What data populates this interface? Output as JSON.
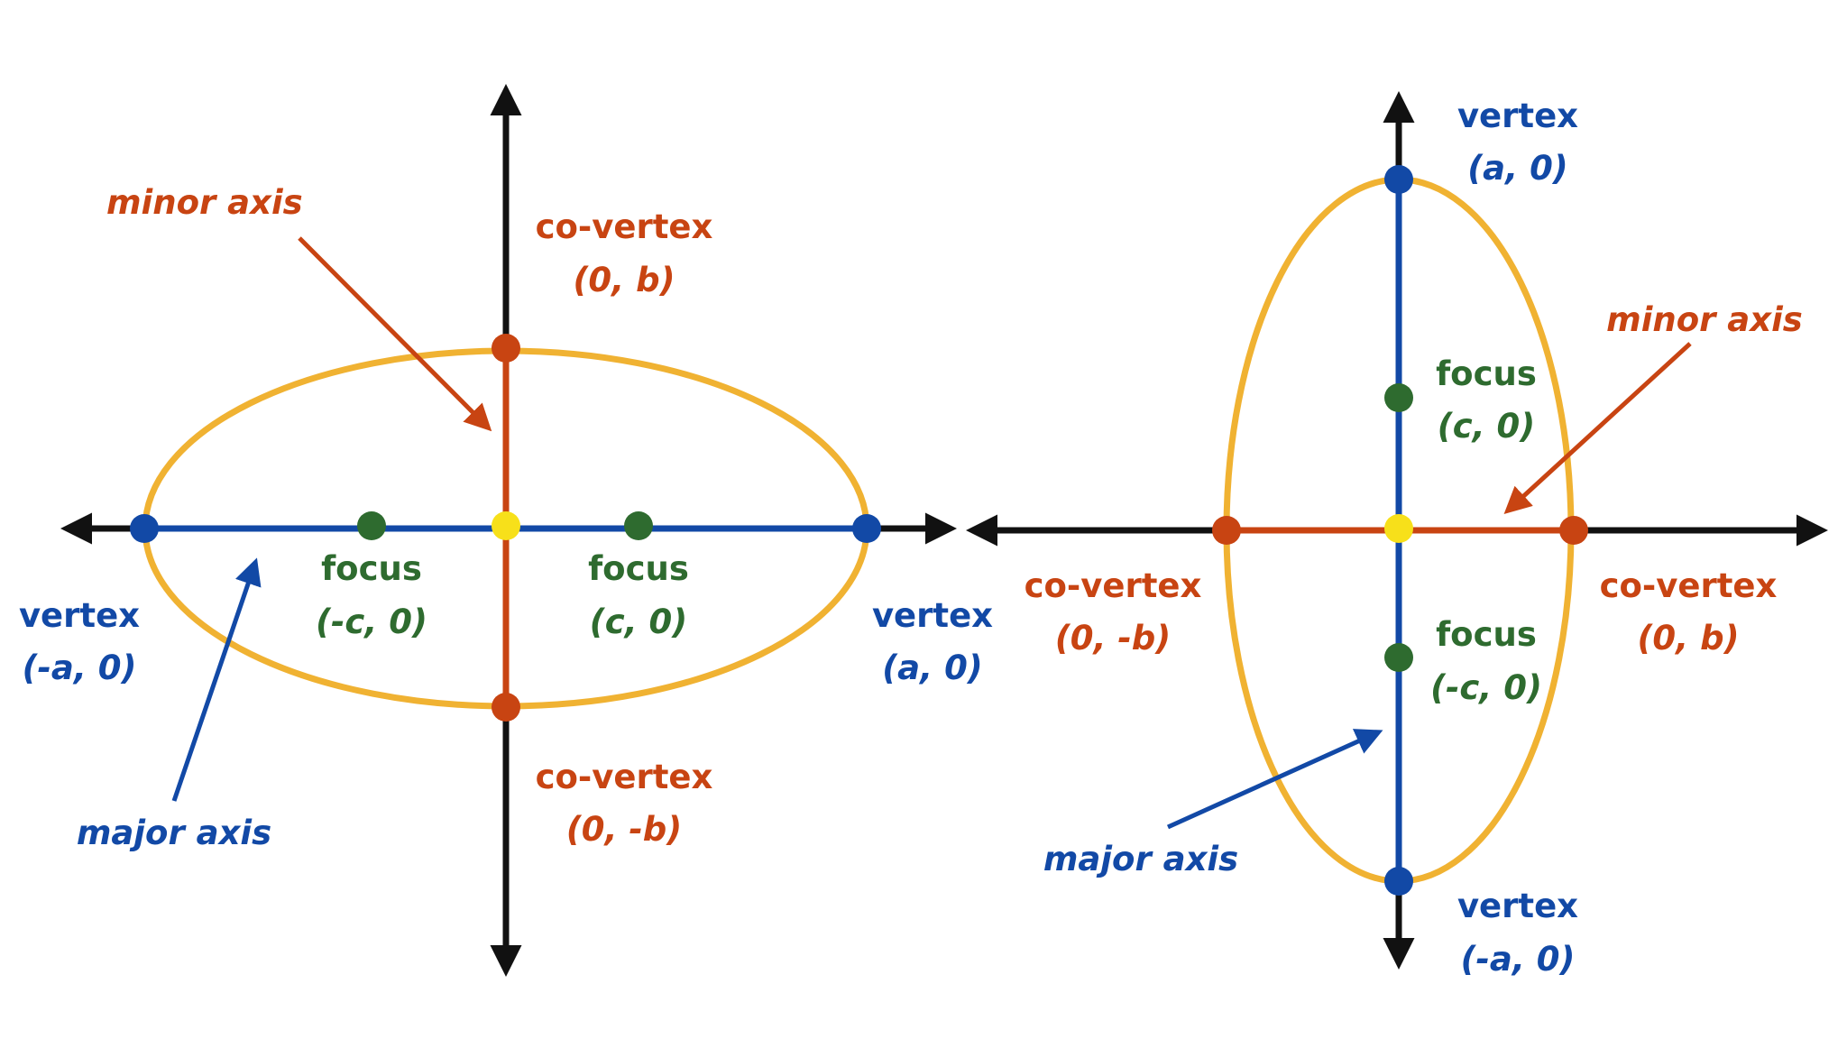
{
  "colors": {
    "background": "#ffffff",
    "ellipse": "#F0B232",
    "major_axis": "#1249A6",
    "minor_axis": "#C84412",
    "focus": "#2E6B2F",
    "center": "#F7E01A",
    "coordinate_axis": "#111111"
  },
  "left_diagram": {
    "minor_axis_label": "minor axis",
    "major_axis_label": "major axis",
    "top_covertex": {
      "name": "co-vertex",
      "coords": "(0, b)"
    },
    "bottom_covertex": {
      "name": "co-vertex",
      "coords": "(0, -b)"
    },
    "left_focus": {
      "name": "focus",
      "coords": "(-c, 0)"
    },
    "right_focus": {
      "name": "focus",
      "coords": "(c, 0)"
    },
    "left_vertex": {
      "name": "vertex",
      "coords": "(-a, 0)"
    },
    "right_vertex": {
      "name": "vertex",
      "coords": "(a, 0)"
    }
  },
  "right_diagram": {
    "minor_axis_label": "minor axis",
    "major_axis_label": "major axis",
    "top_vertex": {
      "name": "vertex",
      "coords": "(a, 0)"
    },
    "bottom_vertex": {
      "name": "vertex",
      "coords": "(-a, 0)"
    },
    "upper_focus": {
      "name": "focus",
      "coords": "(c, 0)"
    },
    "lower_focus": {
      "name": "focus",
      "coords": "(-c, 0)"
    },
    "left_covertex": {
      "name": "co-vertex",
      "coords": "(0, -b)"
    },
    "right_covertex": {
      "name": "co-vertex",
      "coords": "(0, b)"
    }
  }
}
